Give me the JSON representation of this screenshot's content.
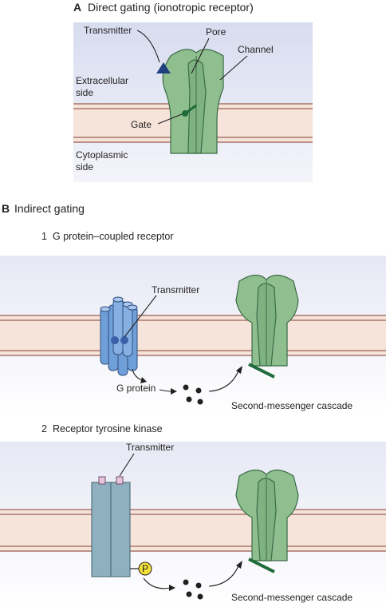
{
  "panel_a": {
    "title_letter": "A",
    "title": "Direct gating (ionotropic receptor)",
    "labels": {
      "transmitter": "Transmitter",
      "pore": "Pore",
      "channel": "Channel",
      "extracellular_1": "Extracellular",
      "extracellular_2": "side",
      "gate": "Gate",
      "cytoplasmic_1": "Cytoplasmic",
      "cytoplasmic_2": "side"
    }
  },
  "panel_b": {
    "title_letter": "B",
    "title": "Indirect gating",
    "part1": {
      "number": "1",
      "title": "G protein–coupled receptor",
      "transmitter": "Transmitter",
      "g_protein": "G protein",
      "cascade": "Second-messenger cascade"
    },
    "part2": {
      "number": "2",
      "title": "Receptor tyrosine kinase",
      "transmitter": "Transmitter",
      "phosphate": "P",
      "cascade": "Second-messenger cascade"
    }
  },
  "colors": {
    "channel": "#8fbf8f",
    "receptor_blue": "#6f9fd8",
    "kinase": "#8fb0bf",
    "membrane": "#f5ddd0",
    "phosphate": "#f4e23a",
    "transmitter_triangle": "#1f3f7f"
  }
}
